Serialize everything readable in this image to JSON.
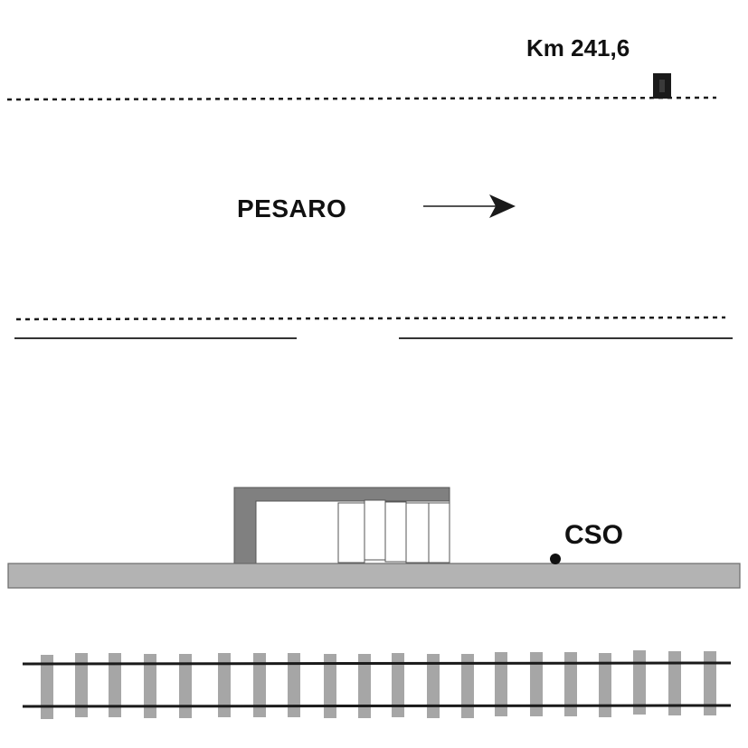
{
  "labels": {
    "km_marker": "Km 241,6",
    "direction": "PESARO",
    "cso": "CSO"
  },
  "colors": {
    "line": "#1a1a1a",
    "platform_fill": "#b3b3b3",
    "shelter_wall": "#808080",
    "sleeper": "#a6a6a6",
    "rail": "#1a1a1a",
    "marker_dot": "#111111"
  },
  "icons": {
    "km_marker": "signal-box-icon",
    "direction": "arrow-right-icon",
    "cso": "dot-marker-icon"
  }
}
